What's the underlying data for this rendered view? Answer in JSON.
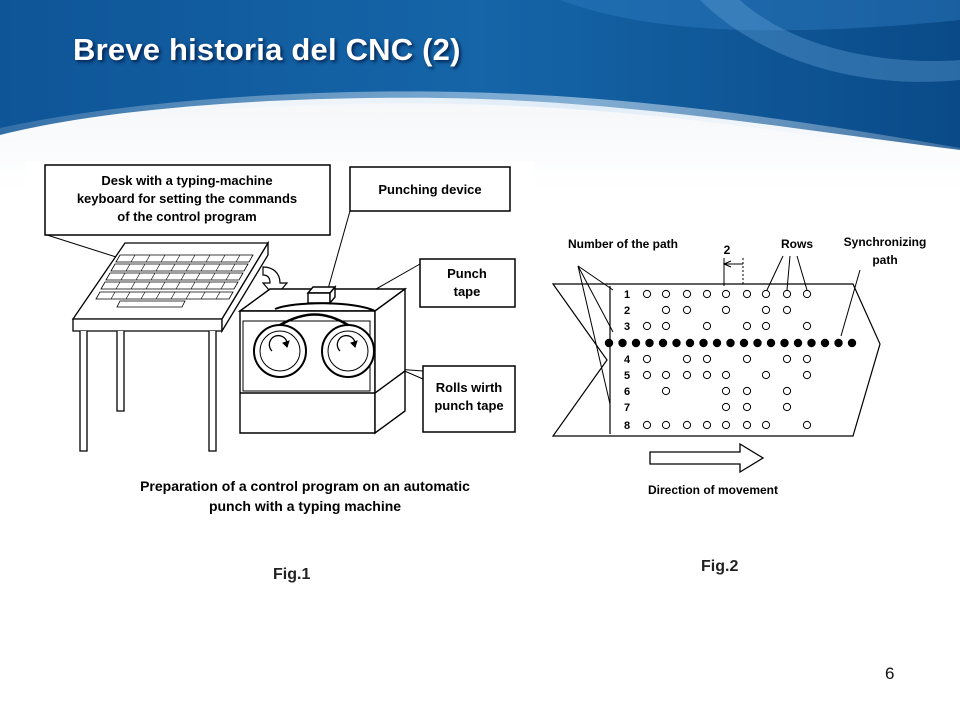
{
  "slide": {
    "title": "Breve historia del CNC (2)",
    "page_number": "6"
  },
  "figure1": {
    "caption": "Fig.1",
    "labels": {
      "desk_line1": "Desk with a typing-machine",
      "desk_line2": "keyboard for setting the commands",
      "desk_line3": "of the control program",
      "punching_device": "Punching device",
      "punch_tape_line1": "Punch",
      "punch_tape_line2": "tape",
      "rolls_line1": "Rolls wirth",
      "rolls_line2": "punch tape"
    },
    "title_line1": "Preparation of a control program on an automatic",
    "title_line2": "punch with a typing machine"
  },
  "figure2": {
    "caption": "Fig.2",
    "labels": {
      "number_of_path": "Number of the path",
      "spacing": "2",
      "rows": "Rows",
      "sync_line1": "Synchronizing",
      "sync_line2": "path",
      "direction": "Direction of movement"
    },
    "track_numbers": [
      "1",
      "2",
      "3",
      "4",
      "5",
      "6",
      "7",
      "8"
    ]
  },
  "colors": {
    "header_dark": "#0d4a8a",
    "header_light": "#5fa3dc",
    "title_text": "#ffffff"
  }
}
